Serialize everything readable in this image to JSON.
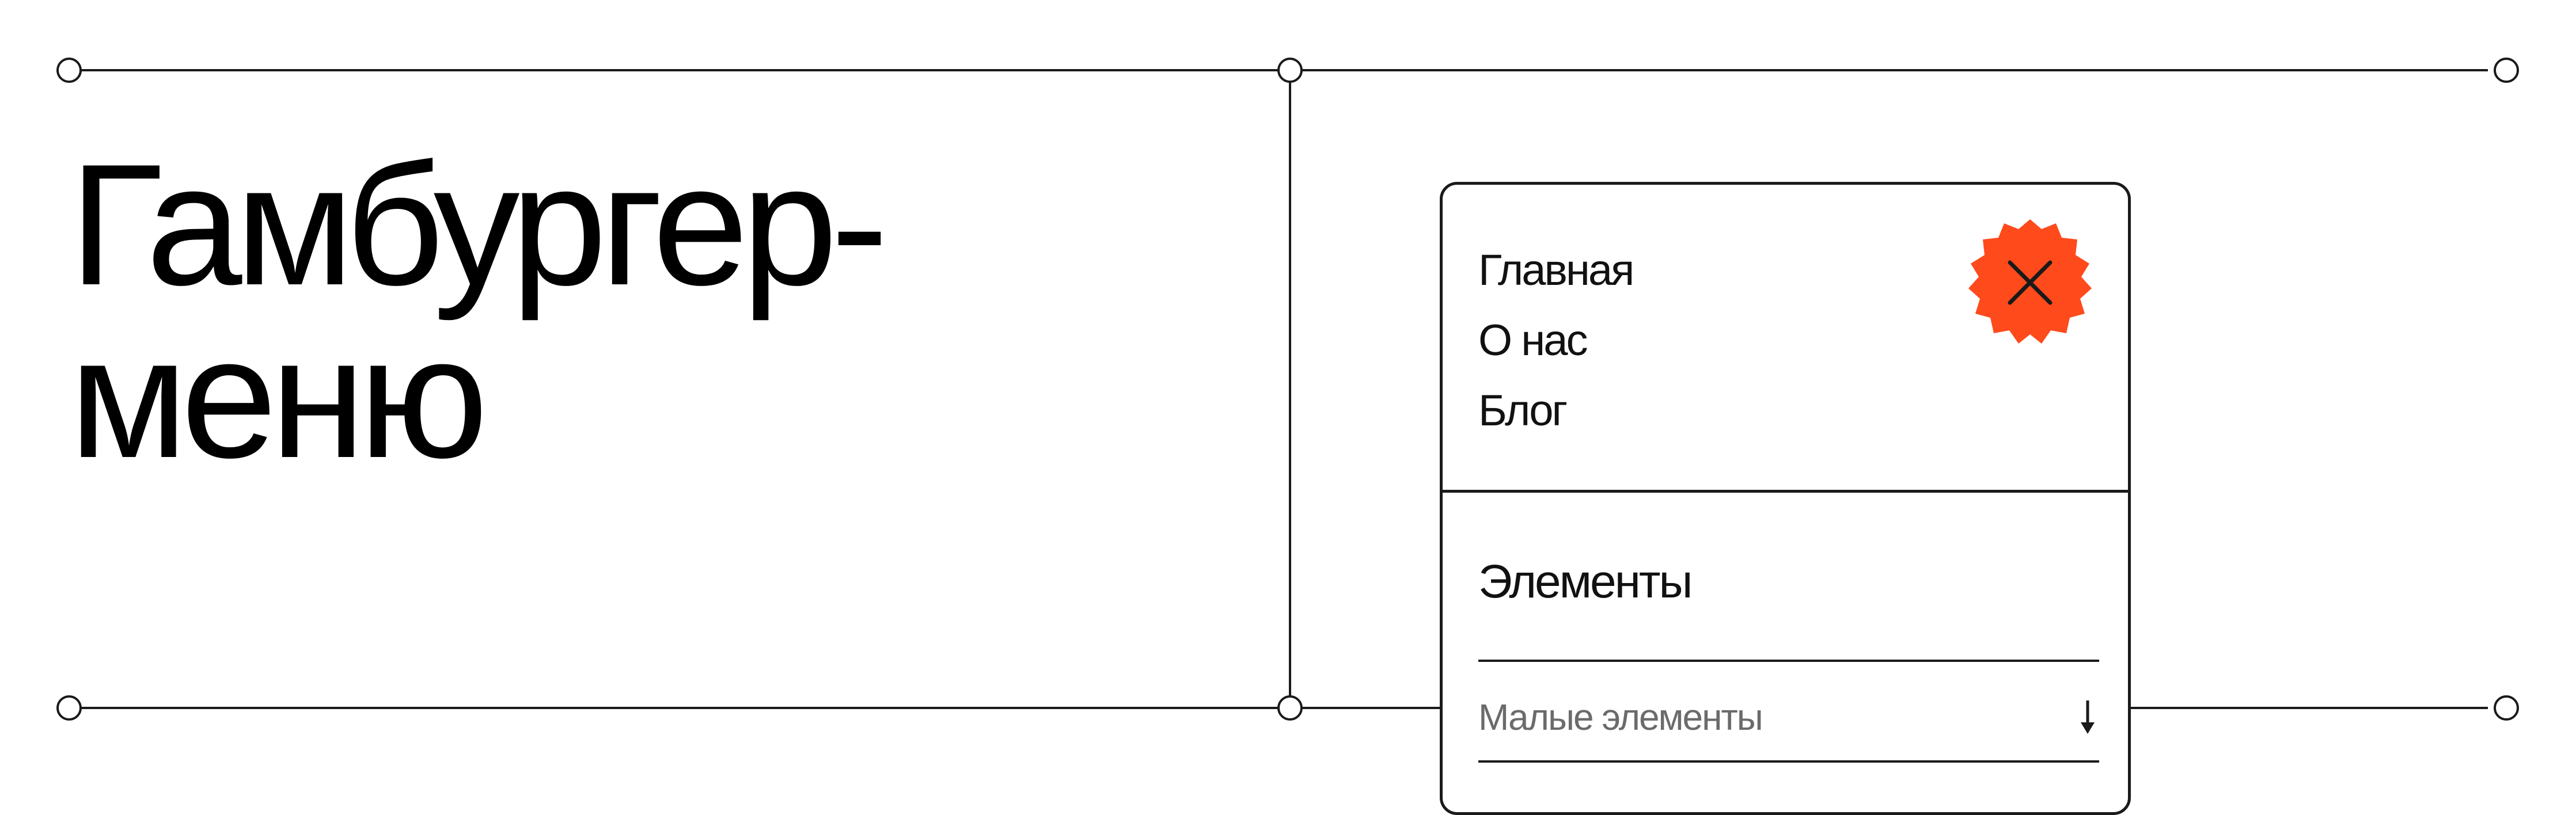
{
  "heading": {
    "line1": "Гамбургер-",
    "line2": "меню"
  },
  "menu": {
    "links": [
      {
        "label": "Главная"
      },
      {
        "label": "О нас"
      },
      {
        "label": "Блог"
      }
    ],
    "close_icon": "close-x-icon",
    "section_title": "Элементы",
    "submenu": {
      "label": "Малые элементы",
      "icon": "arrow-down-icon"
    }
  },
  "colors": {
    "accent": "#ff4a1c",
    "ink": "#111111",
    "muted": "#6b6b6b",
    "background": "#ffffff"
  }
}
